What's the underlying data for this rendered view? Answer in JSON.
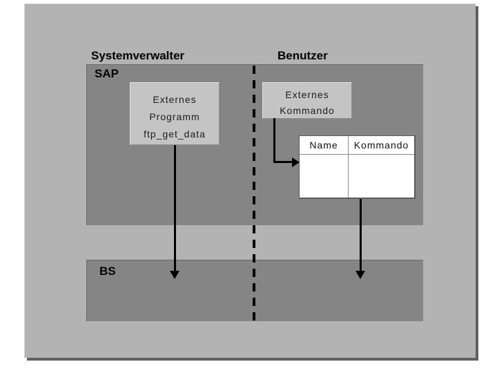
{
  "diagram": {
    "columns": [
      {
        "label": "Systemverwalter"
      },
      {
        "label": "Benutzer"
      }
    ],
    "layers": [
      {
        "label": "SAP"
      },
      {
        "label": "BS"
      }
    ],
    "program_box": {
      "lines": [
        "Externes",
        "Programm",
        "ftp_get_data"
      ]
    },
    "command_box": {
      "lines": [
        "Externes",
        "Kommando"
      ]
    },
    "table": {
      "headers": [
        "Name",
        "Kommando"
      ],
      "rows": [
        [
          "",
          ""
        ]
      ]
    },
    "colors": {
      "canvas": "#ffffff",
      "panel": "#b3b3b3",
      "panel_shadow": "#5f5f5f",
      "layer": "#858585",
      "box": "#c4c4c4",
      "table_bg": "#ffffff",
      "line": "#000000",
      "text": "#000000"
    }
  }
}
